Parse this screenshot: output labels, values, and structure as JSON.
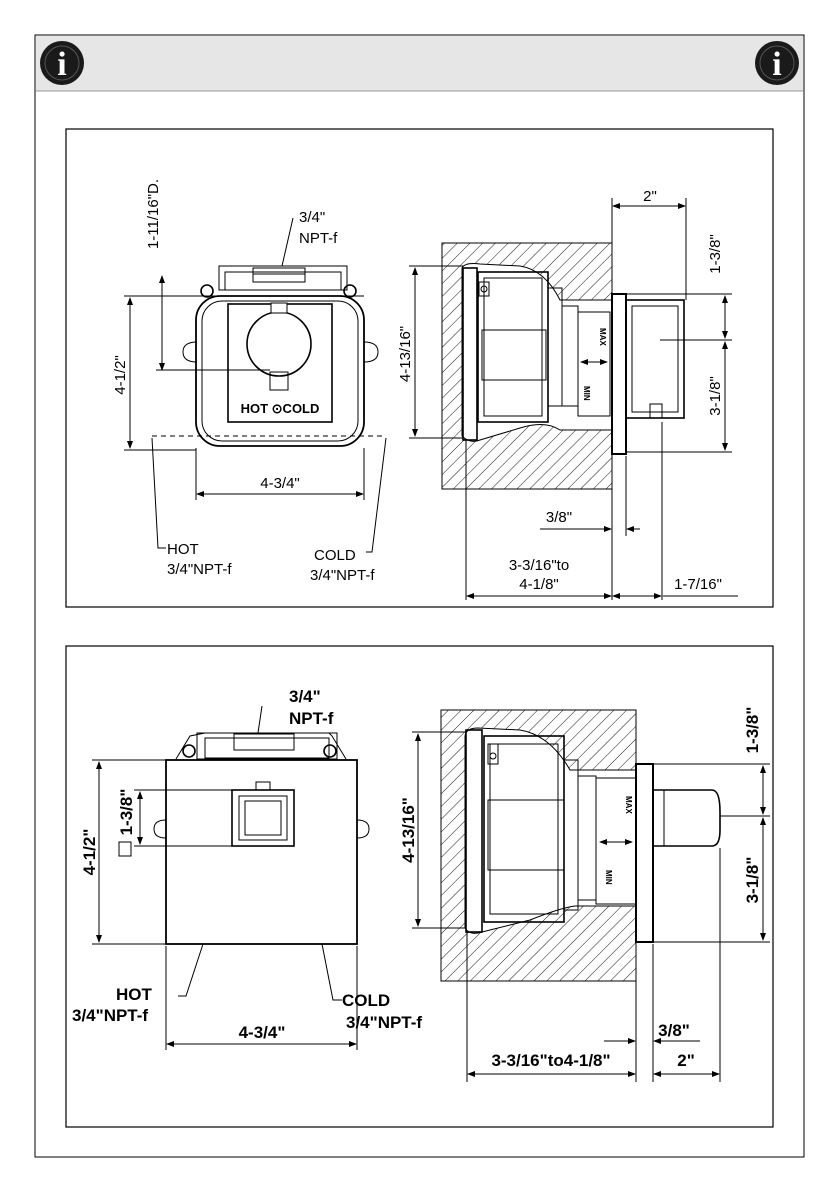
{
  "header": {
    "info_icon_glyph": "i"
  },
  "panel1": {
    "front": {
      "top_dim": "1-11/16\"D.",
      "inlet_top_1": "3/4\"",
      "inlet_top_2": "NPT-f",
      "height_dim": "4-1/2\"",
      "width_dim": "4-3/4\"",
      "face_label": "HOT ⊙COLD",
      "hot_1": "HOT",
      "hot_2": "3/4\"NPT-f",
      "cold_1": "COLD",
      "cold_2": "3/4\"NPT-f"
    },
    "side": {
      "depth_2": "2\"",
      "upper": "1-3/8\"",
      "height": "4-13/16\"",
      "lower": "3-1/8\"",
      "three_eighths": "3/8\"",
      "range_1": "3-3/16\"to",
      "range_2": "4-1/8\"",
      "protrude": "1-7/16\"",
      "max": "MAX",
      "min": "MIN"
    }
  },
  "panel2": {
    "front": {
      "inlet_top_1": "3/4\"",
      "inlet_top_2": "NPT-f",
      "height_dim": "4-1/2\"",
      "offset_dim": "1-3/8\"",
      "width_dim": "4-3/4\"",
      "hot_1": "HOT",
      "hot_2": "3/4\"NPT-f",
      "cold_1": "COLD",
      "cold_2": "3/4\"NPT-f"
    },
    "side": {
      "upper": "1-3/8\"",
      "height": "4-13/16\"",
      "lower": "3-1/8\"",
      "three_eighths": "3/8\"",
      "range": "3-3/16\"to4-1/8\"",
      "depth_2": "2\"",
      "max": "MAX",
      "min": "MIN"
    }
  }
}
